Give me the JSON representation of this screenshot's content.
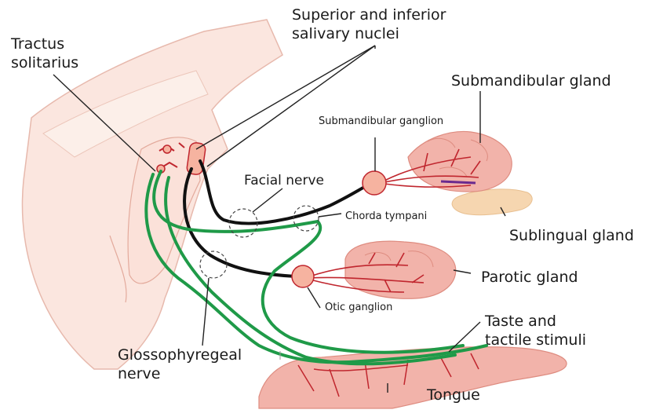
{
  "labels": {
    "tractus_solitarius": [
      "Tractus",
      "solitarius"
    ],
    "salivary_nuclei": [
      "Superior and inferior",
      "salivary nuclei"
    ],
    "submandibular_gland": "Submandibular gland",
    "submandibular_ganglion": "Submandibular ganglion",
    "facial_nerve": "Facial nerve",
    "chorda_tympani": "Chorda tympani",
    "sublingual_gland": "Sublingual gland",
    "parotic_gland": "Parotic  gland",
    "otic_ganglion": "Otic ganglion",
    "taste_stimuli": [
      "Taste and",
      "tactile stimuli"
    ],
    "glossopharyngeal_nerve": [
      "Glossophyregeal",
      "nerve"
    ],
    "tongue": "Tongue"
  },
  "colors": {
    "green_nerve": "#1f9a48",
    "black_nerve": "#111111",
    "vessel_red": "#c0262e",
    "gland_pink": "#f2b3aa",
    "ganglion_fill": "#f6b3a0",
    "brainstem_pink": "#f9dcd4",
    "sublingual_tan": "#f6d6b0"
  }
}
